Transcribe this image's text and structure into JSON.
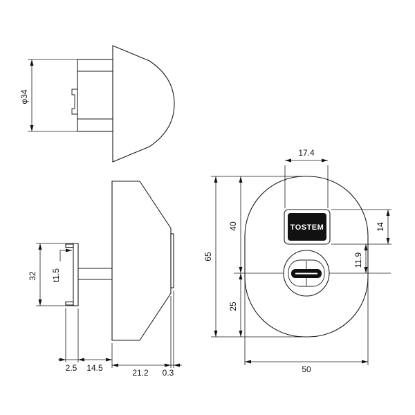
{
  "page": {
    "background": "#ffffff",
    "ink": "#111111"
  },
  "drawing": {
    "brand_label": "TOSTEM",
    "views": {
      "knob_side": {
        "dims": {
          "diameter": "φ34"
        }
      },
      "knob_section": {
        "dims": {
          "plate_height": "32",
          "plate_thickness": "t1.5",
          "tab_offset": "2.5",
          "spindle_length": "14.5",
          "knob_depth": "21.2",
          "face_lip": "0.3"
        }
      },
      "escutcheon_front": {
        "dims": {
          "turn_width": "17.4",
          "center_to_top": "40",
          "overall_height": "65",
          "center_to_bottom": "25",
          "logo_height": "14",
          "logo_to_center": "11.9",
          "overall_width": "50"
        }
      }
    }
  }
}
